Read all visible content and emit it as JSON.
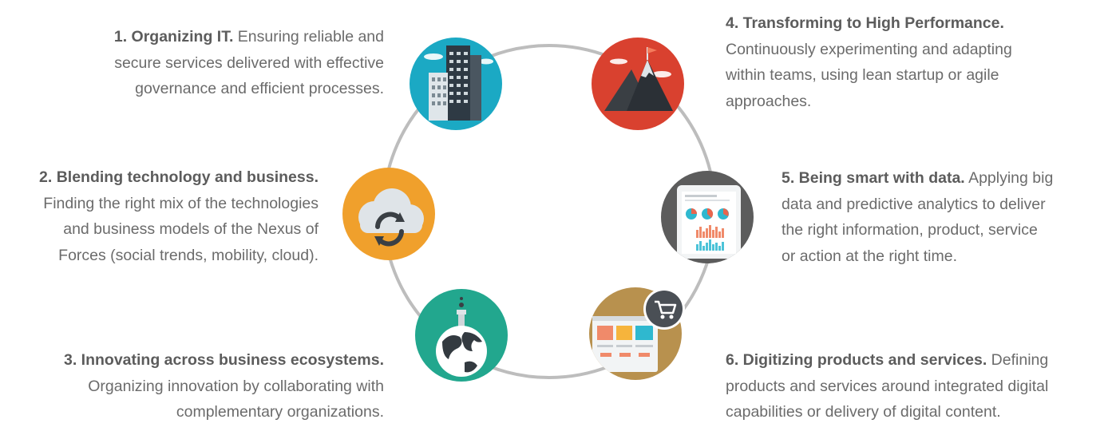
{
  "colors": {
    "ring": "#bdbdbd",
    "node1": "#1ba9c4",
    "node2": "#f0a02c",
    "node3": "#22a78e",
    "node4": "#d9412f",
    "node5": "#5c5c5c",
    "node6": "#b8914e"
  },
  "items": [
    {
      "title": "1. Organizing IT.",
      "lines": [
        "Ensuring reliable and",
        "secure services delivered with effective",
        "governance and efficient processes."
      ],
      "icon": "buildings-icon"
    },
    {
      "title": "2. Blending technology and business.",
      "lines": [
        "Finding the right mix of the technologies",
        "and business models of the Nexus of",
        "Forces (social trends, mobility, cloud)."
      ],
      "icon": "cloud-sync-icon"
    },
    {
      "title": "3. Innovating across business ecosystems.",
      "lines": [
        "Organizing innovation by collaborating with",
        "complementary organizations."
      ],
      "icon": "globe-flask-icon"
    },
    {
      "title": "4. Transforming to High Performance.",
      "lines": [
        "Continuously experimenting and adapting",
        "within teams, using lean startup or agile",
        "approaches."
      ],
      "icon": "mountain-flag-icon"
    },
    {
      "title": "5. Being smart with data.",
      "lines": [
        "Applying big",
        "data and predictive analytics to deliver",
        "the right information, product, service",
        "or action at the right time."
      ],
      "icon": "tablet-dashboard-icon"
    },
    {
      "title": "6. Digitizing products and services.",
      "lines": [
        "Defining",
        "products and services around integrated digital",
        "capabilities or delivery of digital content."
      ],
      "icon": "webpage-cart-icon"
    }
  ]
}
